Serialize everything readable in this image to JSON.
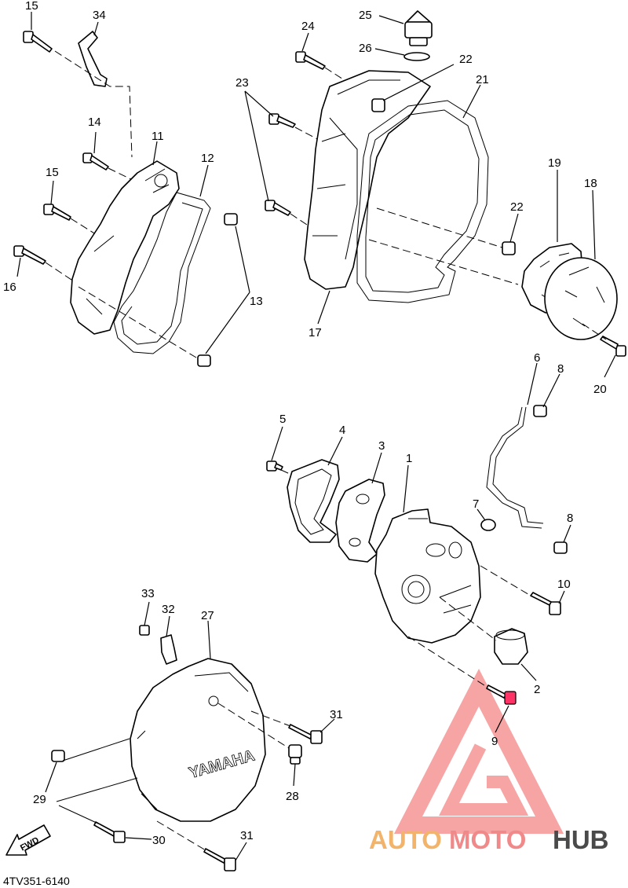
{
  "diagram_code": "4TV351-6140",
  "fwd_label": "FWD",
  "cover_text": "YAMAHA",
  "watermark": {
    "auto": "AUTO",
    "moto": "MOTO",
    "hub": "HUB",
    "colors": {
      "auto": "#f2b36b",
      "moto": "#f08a8a",
      "hub": "#4a4a4a",
      "triangle": "#ef5a5a"
    }
  },
  "callouts": [
    {
      "id": "15a",
      "text": "15"
    },
    {
      "id": "34",
      "text": "34"
    },
    {
      "id": "14",
      "text": "14"
    },
    {
      "id": "11",
      "text": "11"
    },
    {
      "id": "12",
      "text": "12"
    },
    {
      "id": "15b",
      "text": "15"
    },
    {
      "id": "16",
      "text": "16"
    },
    {
      "id": "13",
      "text": "13"
    },
    {
      "id": "24",
      "text": "24"
    },
    {
      "id": "25",
      "text": "25"
    },
    {
      "id": "26",
      "text": "26"
    },
    {
      "id": "22a",
      "text": "22"
    },
    {
      "id": "21",
      "text": "21"
    },
    {
      "id": "23",
      "text": "23"
    },
    {
      "id": "19",
      "text": "19"
    },
    {
      "id": "18",
      "text": "18"
    },
    {
      "id": "22b",
      "text": "22"
    },
    {
      "id": "17",
      "text": "17"
    },
    {
      "id": "20",
      "text": "20"
    },
    {
      "id": "6",
      "text": "6"
    },
    {
      "id": "8a",
      "text": "8"
    },
    {
      "id": "5",
      "text": "5"
    },
    {
      "id": "4",
      "text": "4"
    },
    {
      "id": "3",
      "text": "3"
    },
    {
      "id": "1",
      "text": "1"
    },
    {
      "id": "7",
      "text": "7"
    },
    {
      "id": "8b",
      "text": "8"
    },
    {
      "id": "10",
      "text": "10"
    },
    {
      "id": "33",
      "text": "33"
    },
    {
      "id": "32",
      "text": "32"
    },
    {
      "id": "27",
      "text": "27"
    },
    {
      "id": "2",
      "text": "2"
    },
    {
      "id": "9",
      "text": "9"
    },
    {
      "id": "31a",
      "text": "31"
    },
    {
      "id": "29",
      "text": "29"
    },
    {
      "id": "28",
      "text": "28"
    },
    {
      "id": "30",
      "text": "30"
    },
    {
      "id": "31b",
      "text": "31"
    }
  ]
}
